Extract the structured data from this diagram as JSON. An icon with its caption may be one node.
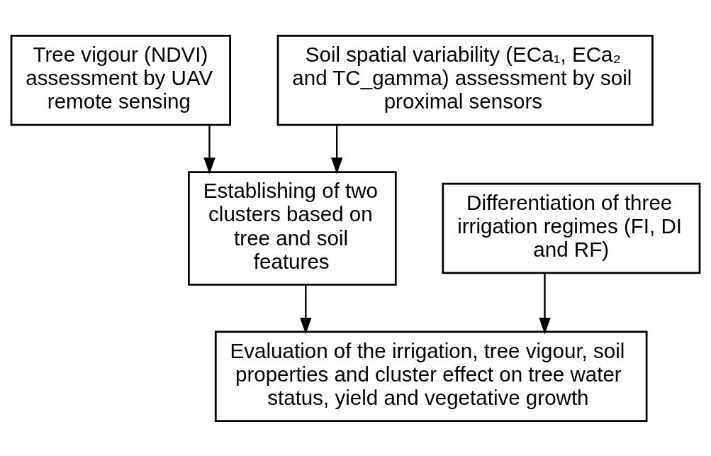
{
  "diagram": {
    "nodes": [
      {
        "text": [
          "Tree vigour (NDVI) assessment by UAV remote sensing"
        ]
      },
      {
        "text": [
          "Soil spatial variability (ECa₁, ECa₂ and TC_gamma) assessment by soil proximal sensors"
        ]
      },
      {
        "text": [
          "Establishing of two clusters based on tree and soil features"
        ]
      },
      {
        "text": [
          "Differentiation of three irrigation regimes (FI, DI and RF)"
        ]
      },
      {
        "text": [
          "Evaluation of the irrigation, tree vigour, soil properties and cluster effect on tree water status, yield and vegetative growth"
        ]
      }
    ],
    "edges": [
      {
        "from": 0,
        "to": 2,
        "arrow": "to"
      },
      {
        "from": 1,
        "to": 2,
        "arrow": "to"
      },
      {
        "from": 2,
        "to": 4,
        "arrow": "to"
      },
      {
        "from": 3,
        "to": 4,
        "arrow": "to"
      }
    ]
  }
}
